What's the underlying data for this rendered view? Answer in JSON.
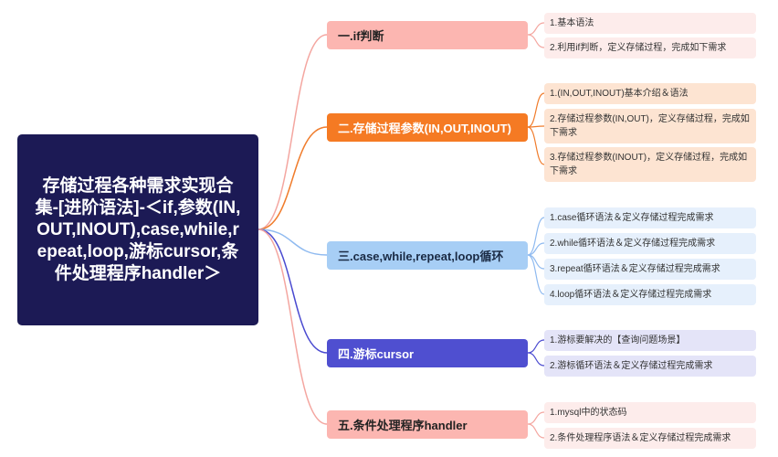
{
  "root": {
    "title": "存储过程各种需求实现合集-[进阶语法]-＜if,参数(IN,OUT,INOUT),case,while,repeat,loop,游标cursor,条件处理程序handler＞"
  },
  "branches": [
    {
      "title": "一.if判断",
      "color": "#f4a6a0",
      "leaves": [
        "1.基本语法",
        "2.利用if判断，定义存储过程，完成如下需求"
      ]
    },
    {
      "title": "二.存储过程参数(IN,OUT,INOUT)",
      "color": "#f07c2c",
      "leaves": [
        "1.(IN,OUT,INOUT)基本介绍＆语法",
        "2.存储过程参数(IN,OUT)，定义存储过程，完成如下需求",
        "3.存储过程参数(INOUT)，定义存储过程，完成如下需求"
      ]
    },
    {
      "title": "三.case,while,repeat,loop循环",
      "color": "#8fbaf0",
      "leaves": [
        "1.case循环语法＆定义存储过程完成需求",
        "2.while循环语法＆定义存储过程完成需求",
        "3.repeat循环语法＆定义存储过程完成需求",
        "4.loop循环语法＆定义存储过程完成需求"
      ]
    },
    {
      "title": "四.游标cursor",
      "color": "#4a4ad0",
      "leaves": [
        "1.游标要解决的【查询问题场景】",
        "2.游标循环语法＆定义存储过程完成需求"
      ]
    },
    {
      "title": "五.条件处理程序handler",
      "color": "#f4a6a0",
      "leaves": [
        "1.mysql中的状态码",
        "2.条件处理程序语法＆定义存储过程完成需求"
      ]
    }
  ]
}
